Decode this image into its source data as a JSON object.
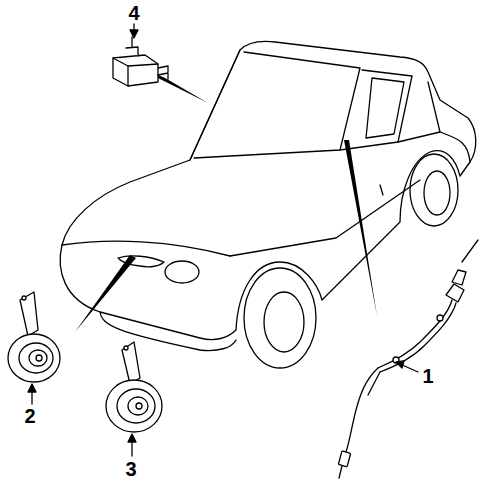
{
  "diagram": {
    "labels": [
      "4",
      "2",
      "3",
      "1"
    ]
  }
}
